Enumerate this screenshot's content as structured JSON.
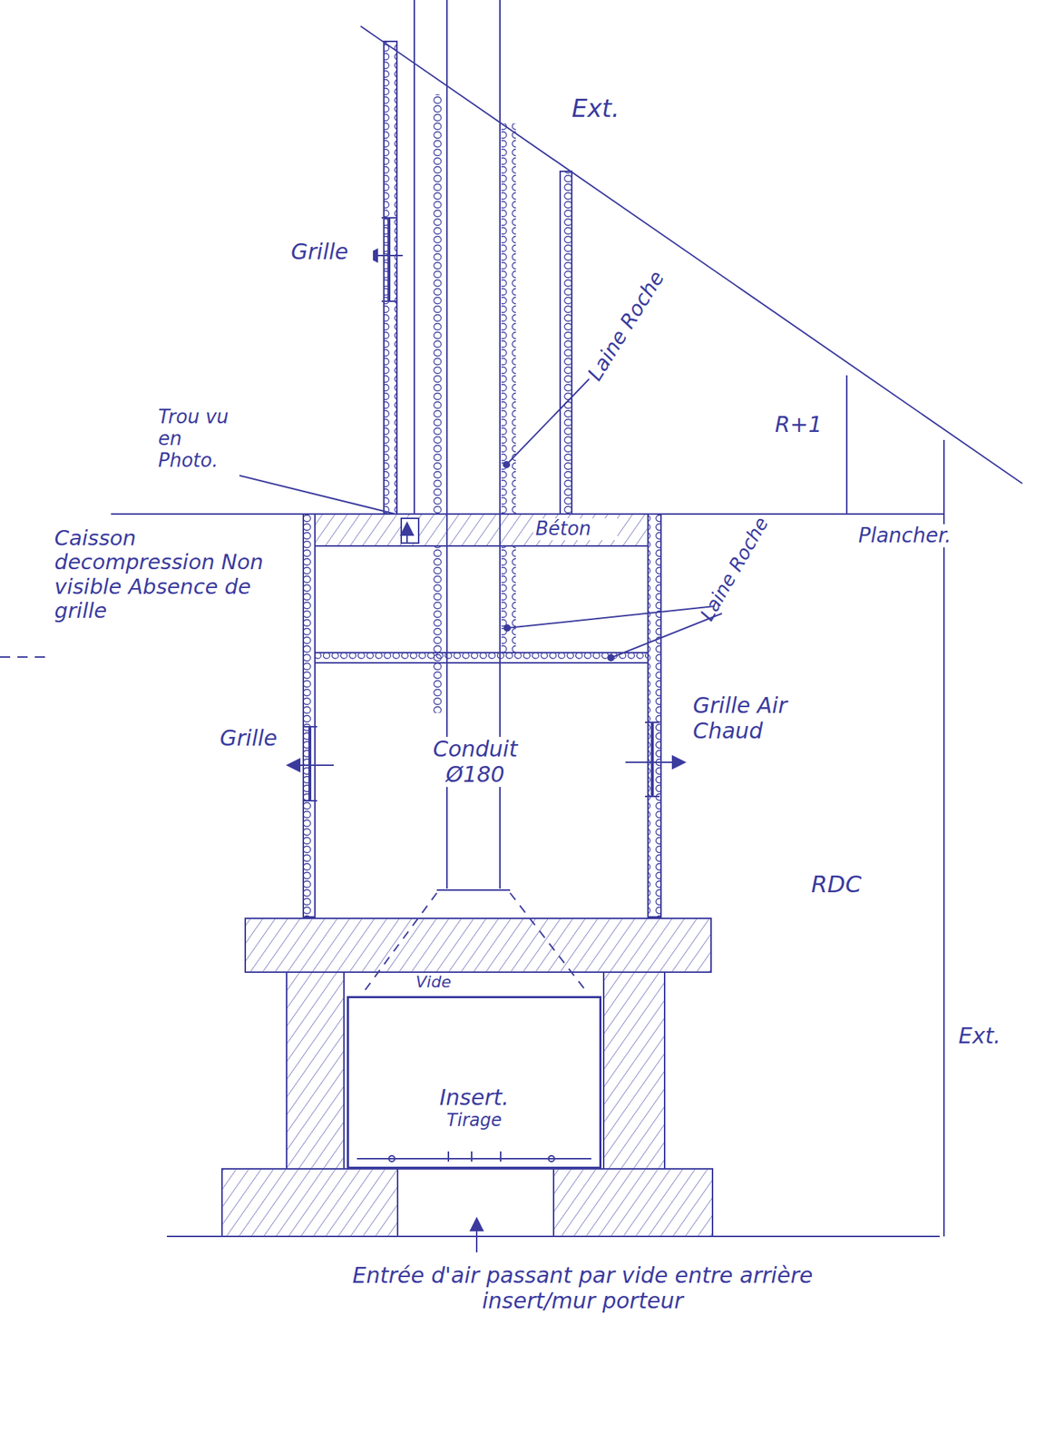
{
  "diagram": {
    "nodes": [
      {
        "text": [
          "Insert.",
          "Tirage"
        ]
      }
    ],
    "labels": [
      "Ext.",
      "Grille",
      "Laine Roche",
      "R+1",
      "Trou vu en Photo.",
      "Plancher.",
      "Béton",
      "Caisson decompression Non visible Absence de grille",
      "Laine Roche",
      "Grille",
      "Grille Air Chaud",
      "Conduit Ø180",
      "RDC",
      "Vide",
      "Ext.",
      "Entrée d'air passant par vide entre arrière insert/mur porteur"
    ]
  }
}
